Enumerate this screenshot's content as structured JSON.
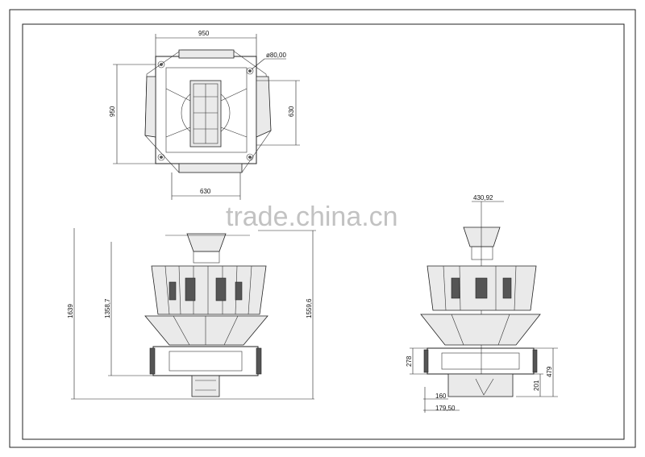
{
  "dimensions": {
    "top_width": "950",
    "top_height": "950",
    "hole_diameter": "ø80,00",
    "inner_height": "630",
    "inner_width": "630",
    "front_total_height": "1639",
    "front_mid_height": "1358,7",
    "front_right_height": "1559,6",
    "side_top_width": "430,92",
    "side_frame_height": "278",
    "side_total_right": "479",
    "side_lower_right": "201",
    "side_bottom_160": "160",
    "side_bottom_178": "179,50"
  },
  "watermark": "trade.china.cn"
}
